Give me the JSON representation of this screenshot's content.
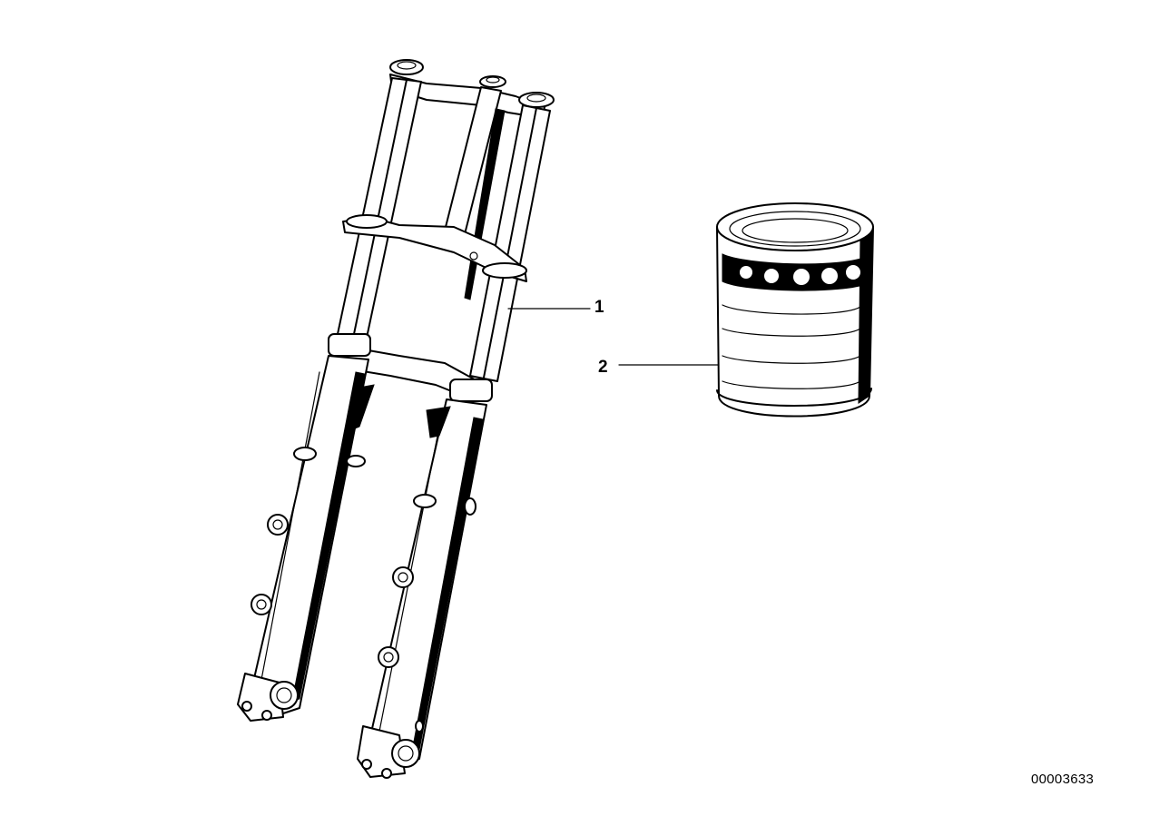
{
  "parts": [
    {
      "callout": "1",
      "part": "front-fork-assembly"
    },
    {
      "callout": "2",
      "part": "oil-filter-cartridge"
    }
  ],
  "diagram_number": "00003633",
  "colors": {
    "ink": "#000000",
    "paper": "#ffffff"
  }
}
